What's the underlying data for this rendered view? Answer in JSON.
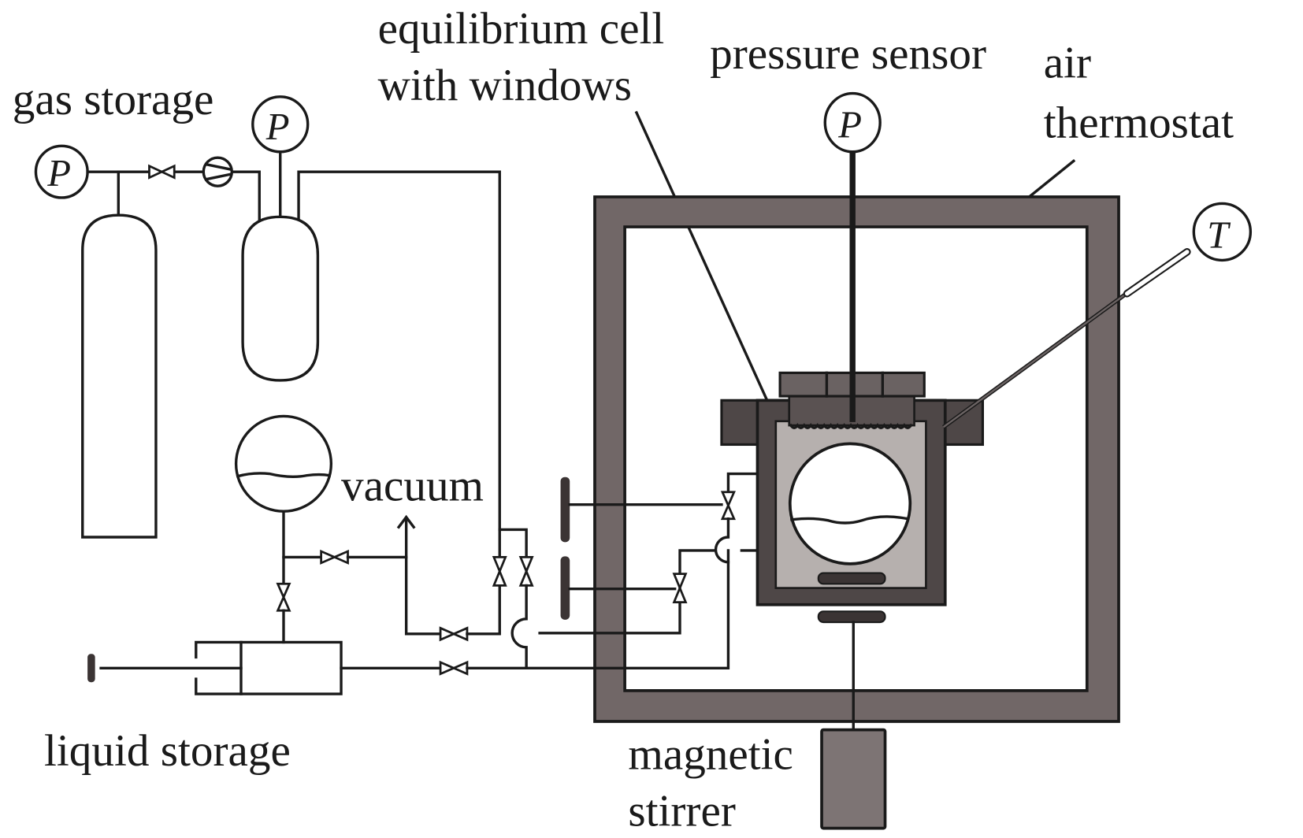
{
  "diagram": {
    "title": "Gas–liquid phase equilibrium apparatus schematic",
    "labels": {
      "gas_storage": "gas storage",
      "equilibrium_cell_line1": "equilibrium cell",
      "equilibrium_cell_line2": "with windows",
      "pressure_sensor": "pressure sensor",
      "air_line1": "air",
      "air_line2": "thermostat",
      "vacuum": "vacuum",
      "liquid_storage": "liquid storage",
      "magnetic_line1": "magnetic",
      "magnetic_line2": "stirrer"
    },
    "symbols": {
      "pressure_gauge_1": "P",
      "pressure_gauge_2": "P",
      "pressure_gauge_cell": "P",
      "temperature_probe": "T"
    },
    "components": [
      "gas cylinder",
      "gas reservoir",
      "compressor/pump",
      "liquid reservoir (sphere)",
      "vacuum line",
      "syringe pump (liquid storage)",
      "air thermostat",
      "equilibrium cell with sight windows",
      "pressure sensor",
      "temperature probe",
      "magnetic stirrer",
      "needle valves"
    ],
    "colors": {
      "thermostat_wall": "#716767",
      "cell_body": "#4e4747",
      "cell_interior": "#b6b0ae",
      "lid": "#5a5252",
      "stirrer": "#7d7474",
      "line": "#1a1a1a"
    }
  }
}
